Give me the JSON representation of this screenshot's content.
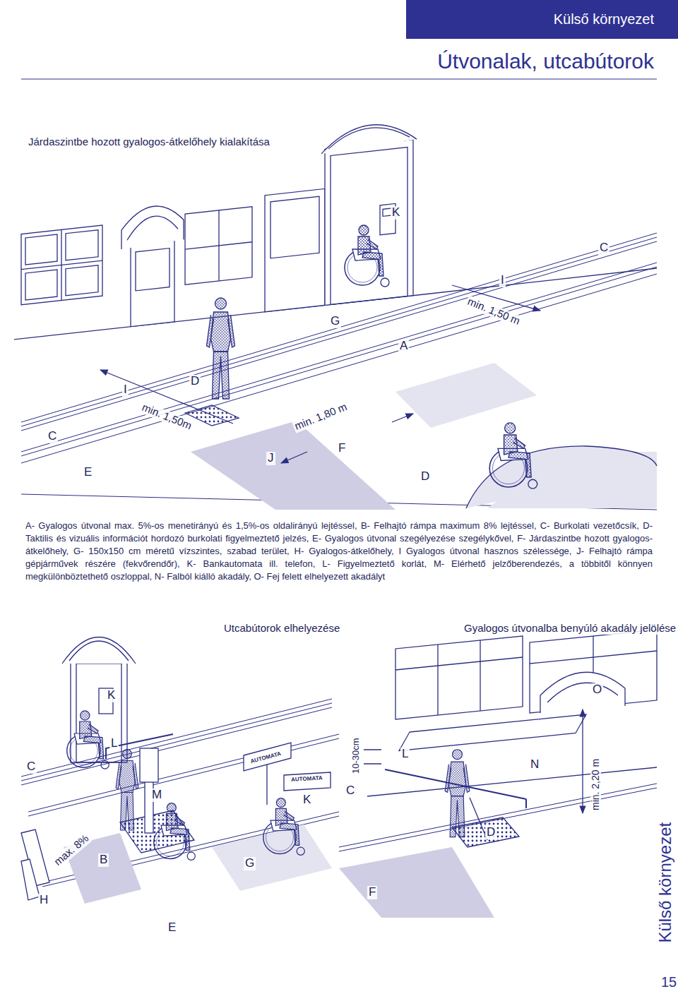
{
  "diagram": {
    "title": "Útvonalak, utcabútorok",
    "caption": "A- Gyalogos útvonal max. 5%-os menetirányú és 1,5%-os oldalirányú lejtéssel, B- Felhajtó rámpa maximum 8% lejtéssel, C- Burkolati vezetőcsík, D- Taktilis és vizuális információt hordozó burkolati figyelmeztető jelzés, E- Gyalogos útvonal szegélyezése szegélykővel, F- Járdaszintbe hozott gyalogos-átkelőhely, G- 150x150 cm méretű vízszintes, szabad terület, H- Gyalogos-átkelőhely, I Gyalogos útvonal hasznos szélessége, J- Felhajtó rámpa gépjárművek részére (fekvőrendőr), K- Bankautomata ill. telefon, L- Figyelmeztető korlát, M- Elérhető jelzőberendezés, a többitől könnyen megkülönböztethető oszloppal, N- Falból kiálló akadály, O- Fej felett elhelyezett akadályt",
    "nodes": [
      {
        "text": [
          "Külső környezet"
        ]
      }
    ],
    "labels": [
      "Járdaszintbe hozott gyalogos-átkelőhely kialakítása",
      "K",
      "C",
      "I",
      "min. 1,50 m",
      "G",
      "A",
      "I",
      "D",
      "min. 1,50m",
      "min. 1,80 m",
      "C",
      "E",
      "J",
      "F",
      "D",
      "Utcabútorok elhelyezése",
      "Gyalogos útvonalba benyúló akadály jelölése",
      "K",
      "L",
      "C",
      "AUTOMATA",
      "AUTOMATA",
      "M",
      "K",
      "max. 8%",
      "B",
      "G",
      "H",
      "E",
      "O",
      "10-30cm",
      "L",
      "C",
      "N",
      "min. 2,20 m",
      "D",
      "F",
      "Külső környezet",
      "15"
    ]
  }
}
